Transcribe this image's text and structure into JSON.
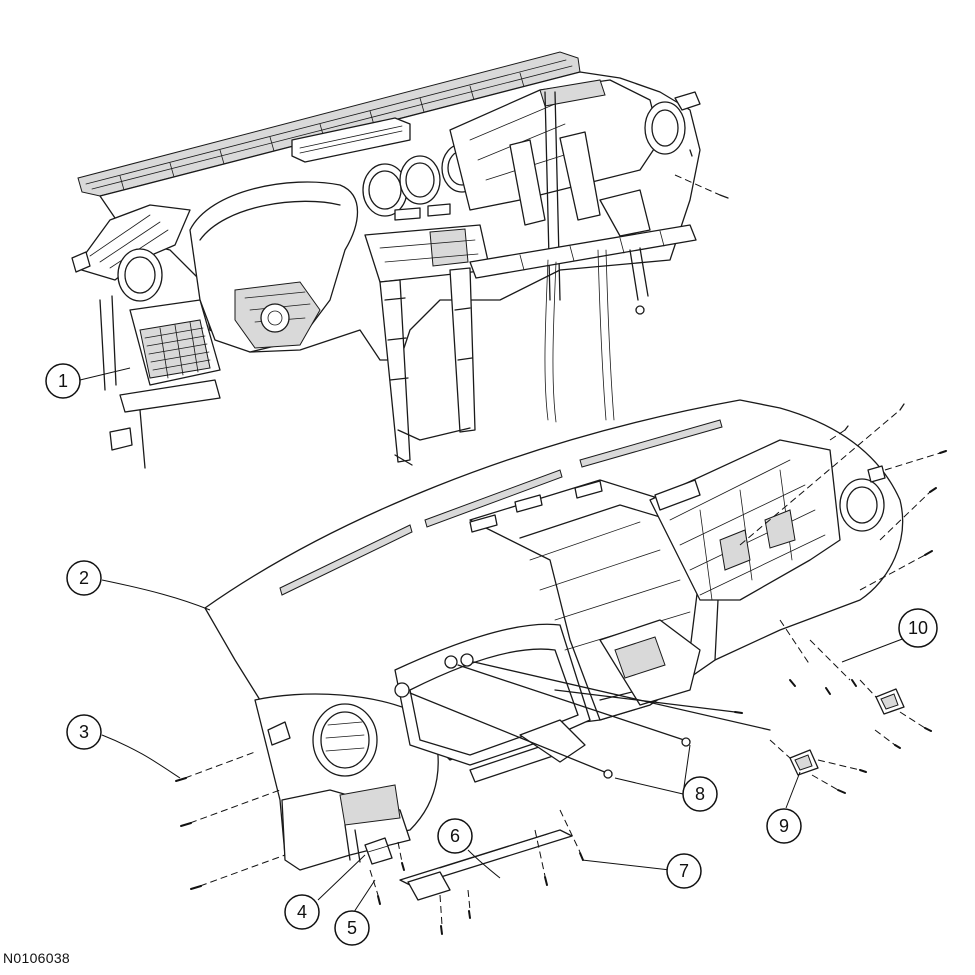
{
  "figure": {
    "reference_code": "N0106038"
  },
  "callouts": [
    {
      "id": "1",
      "label": "1"
    },
    {
      "id": "2",
      "label": "2"
    },
    {
      "id": "3",
      "label": "3"
    },
    {
      "id": "4",
      "label": "4"
    },
    {
      "id": "5",
      "label": "5"
    },
    {
      "id": "6",
      "label": "6"
    },
    {
      "id": "7",
      "label": "7"
    },
    {
      "id": "8",
      "label": "8"
    },
    {
      "id": "9",
      "label": "9"
    },
    {
      "id": "10",
      "label": "10"
    }
  ]
}
